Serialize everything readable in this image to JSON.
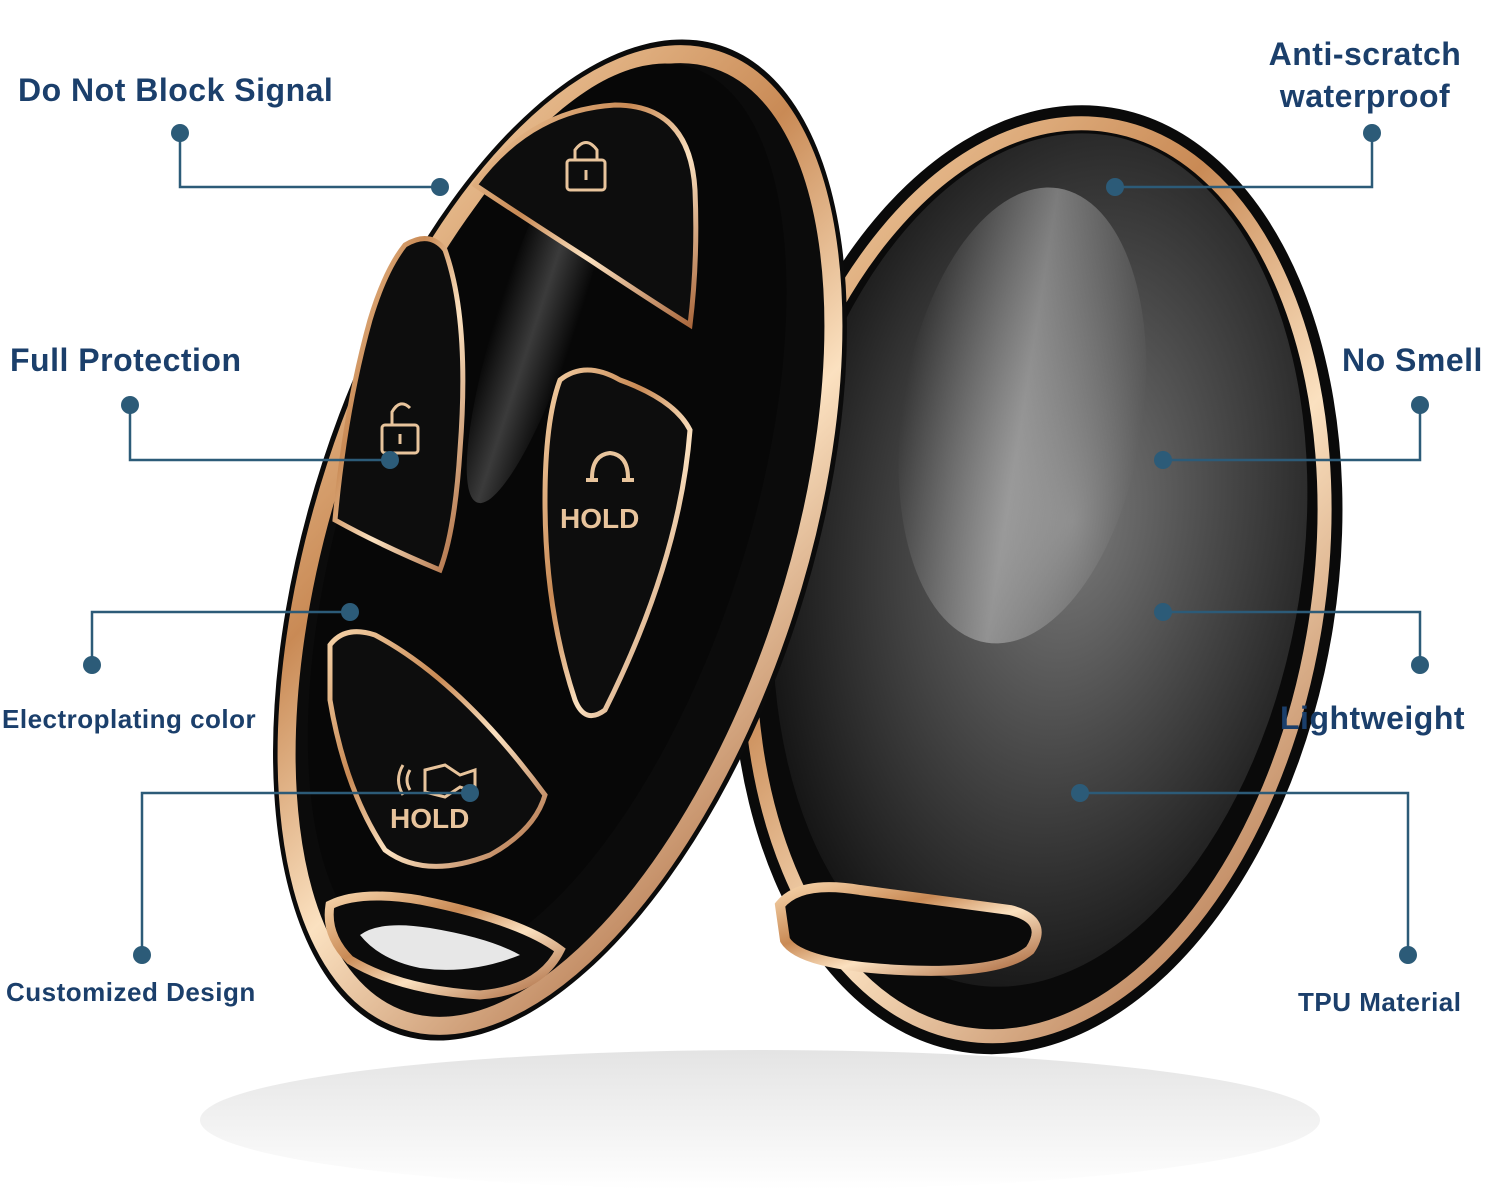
{
  "features": {
    "do_not_block_signal": "Do Not Block Signal",
    "full_protection": "Full Protection",
    "electroplating_color": "Electroplating color",
    "customized_design": "Customized Design",
    "anti_scratch_line1": "Anti-scratch",
    "anti_scratch_line2": "waterproof",
    "no_smell": "No Smell",
    "lightweight": "Lightweight",
    "tpu_material": "TPU Material"
  },
  "key_buttons": {
    "panic_hold": "HOLD",
    "remote_start_hold": "HOLD"
  },
  "colors": {
    "label_text": "#1b3f6b",
    "callout": "#2c5b78",
    "case_black": "#0b0b0b",
    "gold_trim": "#d9a77b"
  },
  "icons": [
    "lock-icon",
    "unlock-icon",
    "remote-start-icon",
    "panic-horn-icon"
  ]
}
